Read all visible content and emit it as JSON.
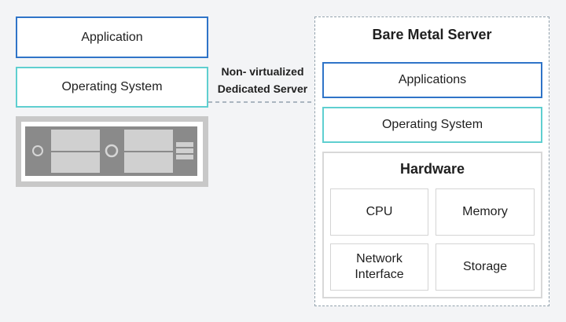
{
  "left_stack": {
    "application": "Application",
    "operating_system": "Operating System"
  },
  "connector": {
    "label_line1": "Non- virtualized",
    "label_line2": "Dedicated Server"
  },
  "bare_metal": {
    "title": "Bare Metal Server",
    "applications": "Applications",
    "operating_system": "Operating System",
    "hardware": {
      "title": "Hardware",
      "cpu": "CPU",
      "memory": "Memory",
      "network_line1": "Network",
      "network_line2": "Interface",
      "storage": "Storage"
    }
  },
  "colors": {
    "blue_border": "#2f74c8",
    "teal_border": "#5fcfd0",
    "dashed_frame": "#93a2ad",
    "server_gray": "#8a8a8a"
  },
  "icons": [
    "rack-server-icon"
  ]
}
